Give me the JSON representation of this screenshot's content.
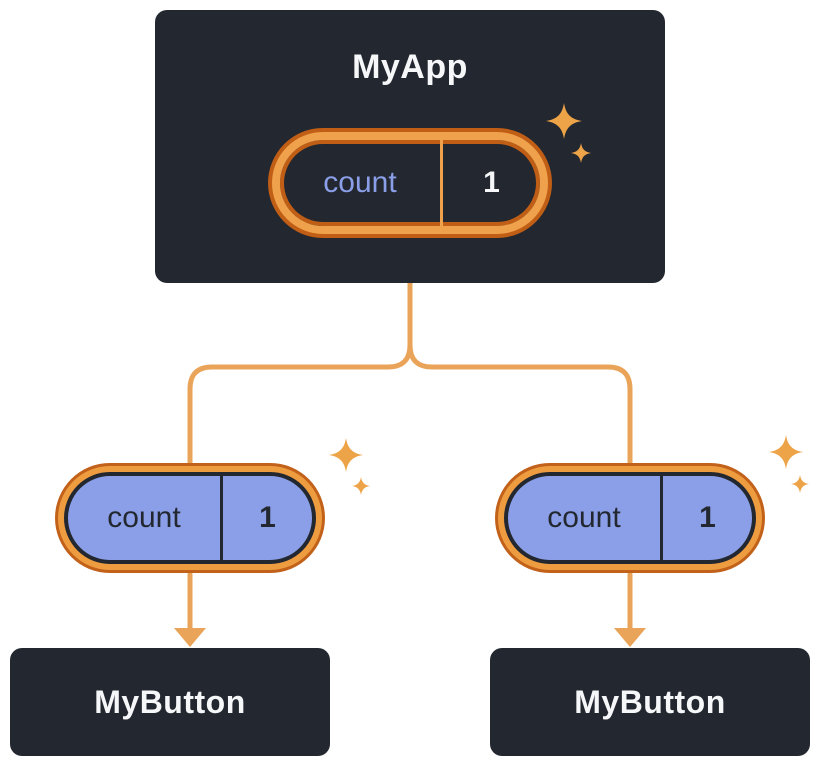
{
  "diagram": {
    "description": "Component tree showing state passed down as props",
    "root_node": {
      "title": "MyApp",
      "state": {
        "key": "count",
        "value": "1"
      }
    },
    "child_nodes": [
      {
        "title": "MyButton",
        "state": {
          "key": "count",
          "value": "1"
        }
      },
      {
        "title": "MyButton",
        "state": {
          "key": "count",
          "value": "1"
        }
      }
    ],
    "icons": {
      "sparkle": "four-point-star",
      "arrow": "arrow-down"
    },
    "colors": {
      "node_background": "#23272F",
      "node_text": "#F6F7F9",
      "state_pill_fill": "#8B9FE8",
      "state_pill_dark_text": "#23272F",
      "root_pill_key_text": "#8B9FE8",
      "root_pill_value_text": "#F6F7F9",
      "ring_light_orange": "#F0A14B",
      "ring_dark_orange": "#C05E16",
      "connector_orange": "#EAA459",
      "background": "#FFFFFF"
    }
  }
}
